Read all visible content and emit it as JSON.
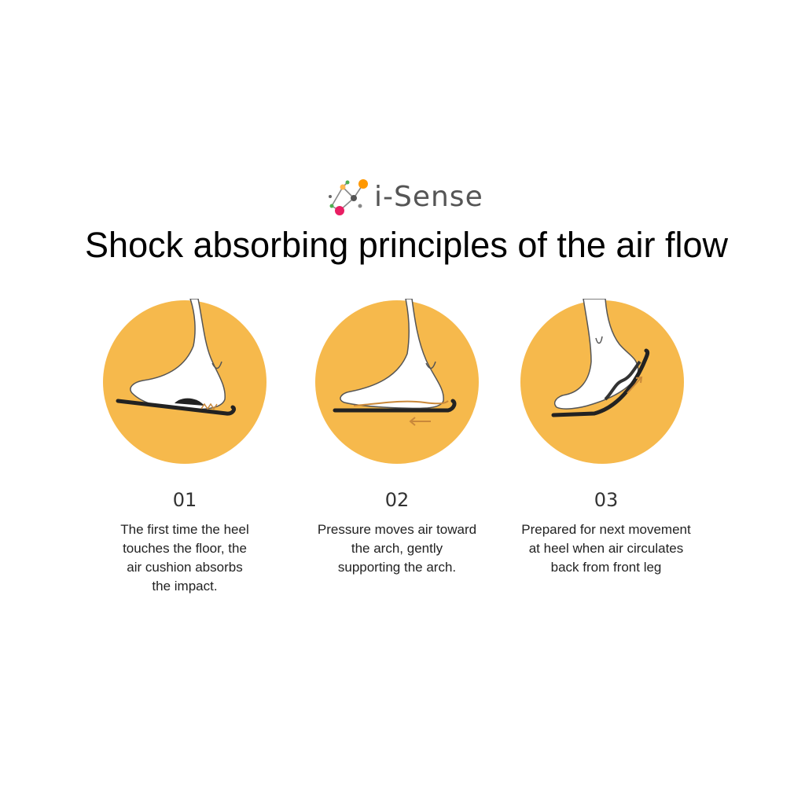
{
  "brand": {
    "name": "i-Sense",
    "dot_colors": [
      "#4caf50",
      "#ff9800",
      "#e91e63",
      "#555555"
    ]
  },
  "title": "Shock absorbing principles of the air flow",
  "accent_color": "#f6b94c",
  "steps": [
    {
      "number": "01",
      "description_lines": [
        "The first time the heel",
        "touches the floor, the",
        "air cushion absorbs",
        "the impact."
      ]
    },
    {
      "number": "02",
      "description_lines": [
        "Pressure moves air toward",
        "the arch, gently",
        "supporting the arch."
      ]
    },
    {
      "number": "03",
      "description_lines": [
        "Prepared for next movement",
        "at heel when air circulates",
        "back from front leg"
      ]
    }
  ]
}
